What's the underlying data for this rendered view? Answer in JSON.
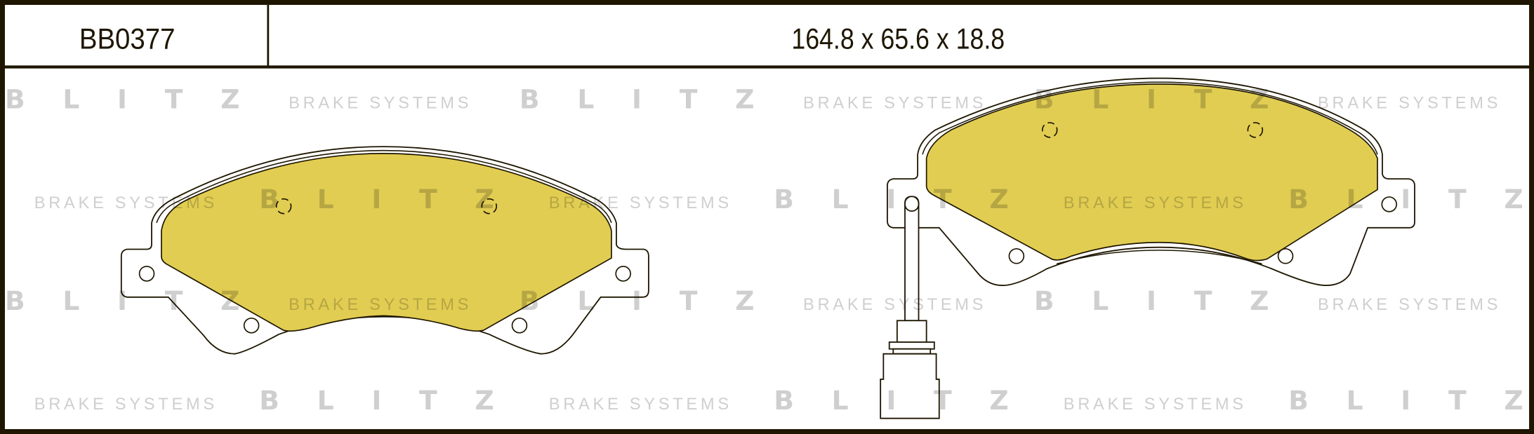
{
  "header": {
    "part_number": "BB0377",
    "dimensions": "164.8 x 65.6 x 18.8"
  },
  "watermark": {
    "brand": "BLITZ",
    "tagline": "BRAKE SYSTEMS"
  },
  "colors": {
    "frame": "#1e1600",
    "friction_material": "#e1cd52",
    "watermark": "#cfcfcf"
  }
}
